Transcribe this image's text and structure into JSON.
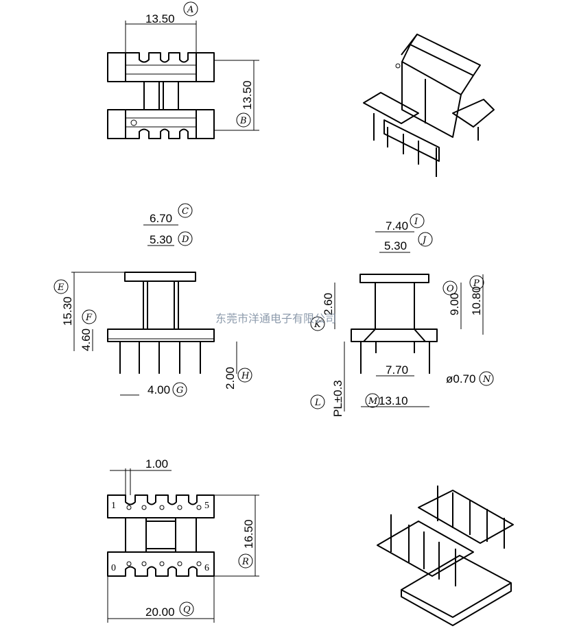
{
  "watermark": "东莞市洋通电子有限公司",
  "dimensions": {
    "A": "13.50",
    "B": "13.50",
    "C": "6.70",
    "D": "5.30",
    "E": "15.30",
    "F": "4.60",
    "G": "4.00",
    "H": "2.00",
    "I": "7.40",
    "J": "5.30",
    "K": "2.60",
    "L": "PL±0.3",
    "M": "13.10",
    "N": "ø0.70",
    "O": "9.00",
    "P": "10.80",
    "Q": "20.00",
    "R": "16.50",
    "pitch": "1.00",
    "M2": "7.70"
  },
  "tags": [
    "A",
    "B",
    "C",
    "D",
    "E",
    "F",
    "G",
    "H",
    "I",
    "J",
    "K",
    "L",
    "M",
    "N",
    "O",
    "P",
    "Q",
    "R"
  ],
  "pins": [
    "1",
    "5",
    "0",
    "6"
  ]
}
